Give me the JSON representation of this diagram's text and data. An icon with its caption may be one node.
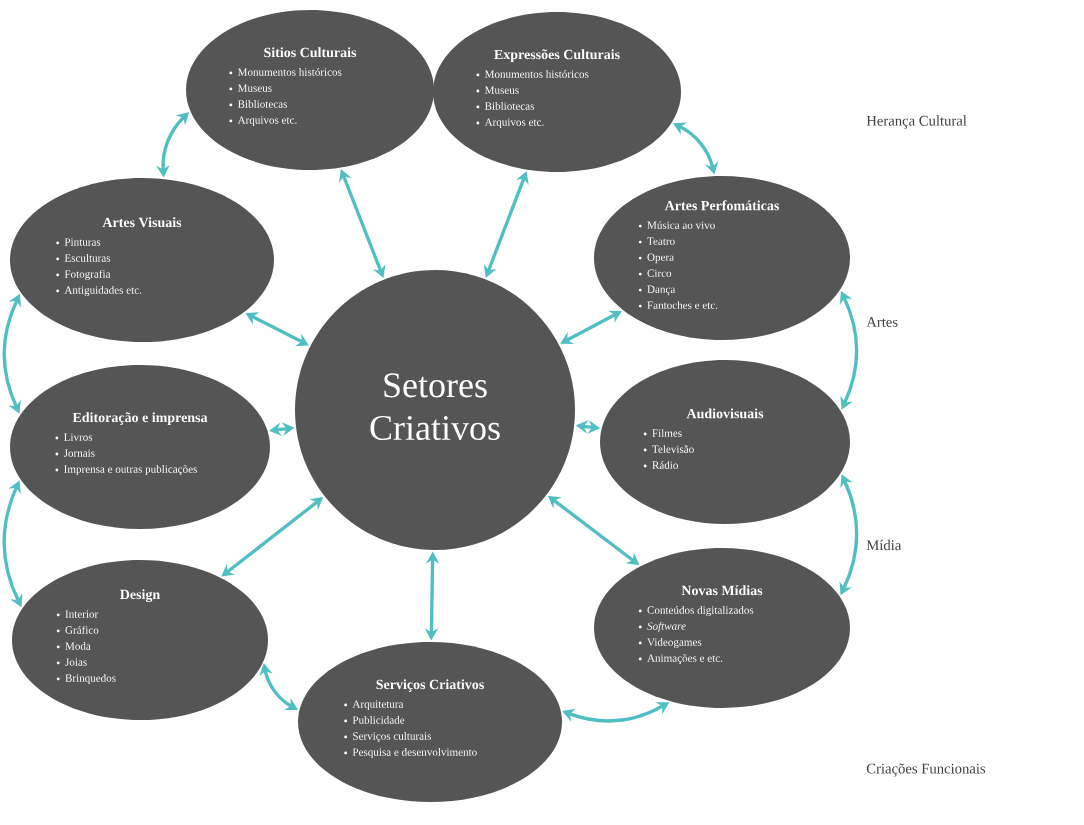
{
  "diagram": {
    "nodes": [
      {
        "text": [
          "Setores Criativos"
        ]
      },
      {
        "text": [
          "Sitios Culturais",
          "Monumentos históricos",
          "Museus",
          "Bibliotecas",
          "Arquivos etc."
        ]
      },
      {
        "text": [
          "Expressões Culturais",
          "Monumentos históricos",
          "Museus",
          "Bibliotecas",
          "Arquivos etc."
        ]
      },
      {
        "text": [
          "Artes Visuais",
          "Pinturas",
          "Esculturas",
          "Fotografia",
          "Antiguidades etc."
        ]
      },
      {
        "text": [
          "Artes Perfomáticas",
          "Música ao vivo",
          "Teatro",
          "Opera",
          "Circo",
          "Dança",
          "Fantoches e etc."
        ]
      },
      {
        "text": [
          "Editoração e imprensa",
          "Livros",
          "Jornais",
          "Imprensa e outras publicações"
        ]
      },
      {
        "text": [
          "Audiovisuais",
          "Filmes",
          "Televisão",
          "Rádio"
        ]
      },
      {
        "text": [
          "Design",
          "Interior",
          "Gráfico",
          "Moda",
          "Joias",
          "Brinquedos"
        ]
      },
      {
        "text": [
          "Novas Mídias",
          "Conteúdos digitalizados",
          "*Software*",
          "Videogames",
          "Animações e etc."
        ]
      },
      {
        "text": [
          "Serviços Criativos",
          "Arquitetura",
          "Publicidade",
          "Serviços culturais",
          "Pesquisa e desenvolvimento"
        ]
      }
    ],
    "edges": [
      {
        "from": 0,
        "to": 1,
        "arrow": "both"
      },
      {
        "from": 0,
        "to": 2,
        "arrow": "both"
      },
      {
        "from": 0,
        "to": 3,
        "arrow": "both"
      },
      {
        "from": 0,
        "to": 4,
        "arrow": "both"
      },
      {
        "from": 0,
        "to": 5,
        "arrow": "both"
      },
      {
        "from": 0,
        "to": 6,
        "arrow": "both"
      },
      {
        "from": 0,
        "to": 7,
        "arrow": "both"
      },
      {
        "from": 0,
        "to": 8,
        "arrow": "both"
      },
      {
        "from": 0,
        "to": 9,
        "arrow": "both"
      },
      {
        "from": 1,
        "to": 3,
        "arrow": "both"
      },
      {
        "from": 2,
        "to": 4,
        "arrow": "both"
      },
      {
        "from": 4,
        "to": 6,
        "arrow": "both"
      },
      {
        "from": 6,
        "to": 8,
        "arrow": "both"
      },
      {
        "from": 8,
        "to": 9,
        "arrow": "both"
      },
      {
        "from": 9,
        "to": 7,
        "arrow": "both"
      },
      {
        "from": 7,
        "to": 5,
        "arrow": "both"
      },
      {
        "from": 5,
        "to": 3,
        "arrow": "both"
      }
    ],
    "labels": [
      "Herança Cultural",
      "Artes",
      "Mídia",
      "Criações Funcionais"
    ]
  }
}
